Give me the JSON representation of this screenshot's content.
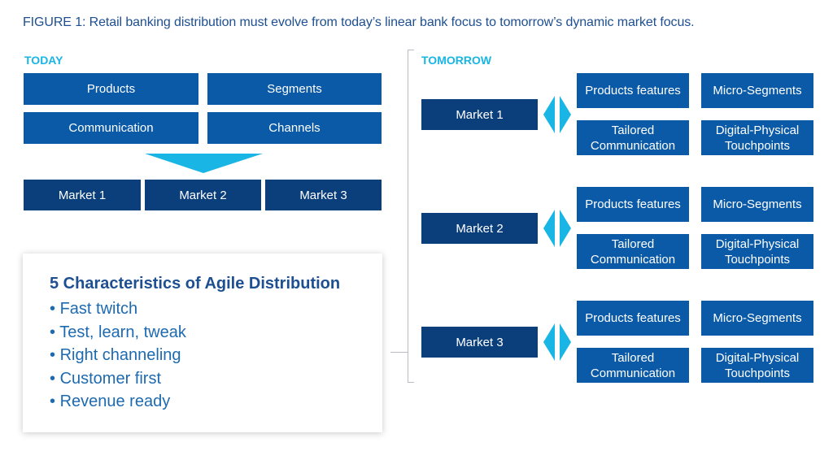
{
  "title": "FIGURE 1: Retail banking distribution must evolve from today’s linear bank focus to tomorrow’s dynamic market focus.",
  "today": {
    "label": "TODAY",
    "top_boxes": [
      "Products",
      "Segments",
      "Communication",
      "Channels"
    ],
    "markets": [
      "Market 1",
      "Market 2",
      "Market 3"
    ]
  },
  "tomorrow": {
    "label": "TOMORROW",
    "groups": [
      {
        "market": "Market 1",
        "boxes": [
          "Products features",
          "Micro-Segments",
          "Tailored Communication",
          "Digital-Physical Touchpoints"
        ]
      },
      {
        "market": "Market 2",
        "boxes": [
          "Products features",
          "Micro-Segments",
          "Tailored Communication",
          "Digital-Physical Touchpoints"
        ]
      },
      {
        "market": "Market 3",
        "boxes": [
          "Products features",
          "Micro-Segments",
          "Tailored Communication",
          "Digital-Physical Touchpoints"
        ]
      }
    ]
  },
  "characteristics": {
    "heading": "5 Characteristics of Agile Distribution",
    "items": [
      "Fast twitch",
      "Test, learn, tweak",
      "Right channeling",
      "Customer first",
      "Revenue ready"
    ]
  },
  "colors": {
    "mid_blue": "#0a5aa8",
    "dark_blue": "#0b3f7c",
    "cyan": "#19b5e5"
  }
}
